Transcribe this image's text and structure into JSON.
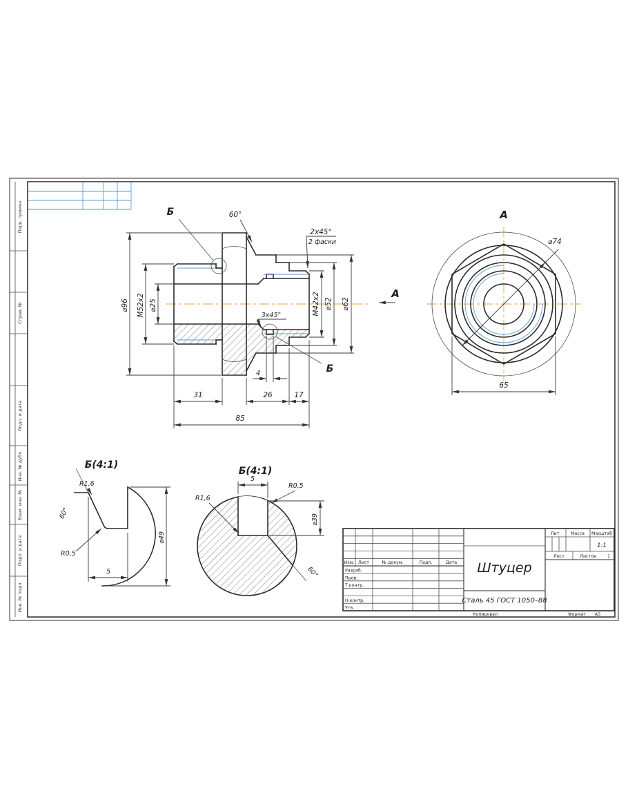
{
  "colors": {
    "paper": "#ffffff",
    "main_line": "#2b2b2b",
    "thread_blue": "#5b9bd5",
    "centerline_orange": "#e8a33d"
  },
  "margin_labels": [
    "Перв. примен.",
    "Справ. №",
    "Подп. и дата",
    "Инв. № дубл.",
    "Взам. инв. №",
    "Подп. и дата",
    "Инв. № подл."
  ],
  "main_view": {
    "callout_top": "Б",
    "callout_bottom": "Б",
    "view_arrow_label": "А",
    "angle_60": "60°",
    "chamfer_right": "2х45°",
    "chamfer_note": "2 фаски",
    "chamfer_inner": "3х45°",
    "d96": "⌀96",
    "m52": "М52х2",
    "d25": "⌀25",
    "m42": "М42х2",
    "d52": "⌀52",
    "d62": "⌀62",
    "groove_width": "4",
    "len31": "31",
    "len26": "26",
    "len17": "17",
    "len85": "85"
  },
  "view_a": {
    "label": "А",
    "d74": "⌀74",
    "across_flats": "65"
  },
  "detail_left": {
    "title": "Б(4:1)",
    "r16": "R1,6",
    "r05": "R0,5",
    "w5": "5",
    "dia": "⌀49",
    "angle": "60°"
  },
  "detail_right": {
    "title": "Б(4:1)",
    "r16": "R1,6",
    "r05": "R0,5",
    "w5": "5",
    "dia": "⌀39",
    "angle": "60°"
  },
  "title_block": {
    "name": "Штуцер",
    "material": "Сталь 45  ГОСТ 1050–88",
    "header_cols": [
      "Изм.",
      "Лист",
      "№ докум.",
      "Подп.",
      "Дата"
    ],
    "row_razrab": "Разраб.",
    "row_prov": "Пров.",
    "row_tkontr": "Т.контр.",
    "row_nkontr": "Н.контр.",
    "row_utv": "Утв.",
    "lit": "Лит.",
    "massa": "Масса",
    "masshtab": "Масштаб",
    "scale": "1:1",
    "list": "Лист",
    "listov": "Листов",
    "listov_val": "1",
    "kopiroval": "Копировал",
    "format_label": "Формат",
    "format_val": "А3"
  }
}
